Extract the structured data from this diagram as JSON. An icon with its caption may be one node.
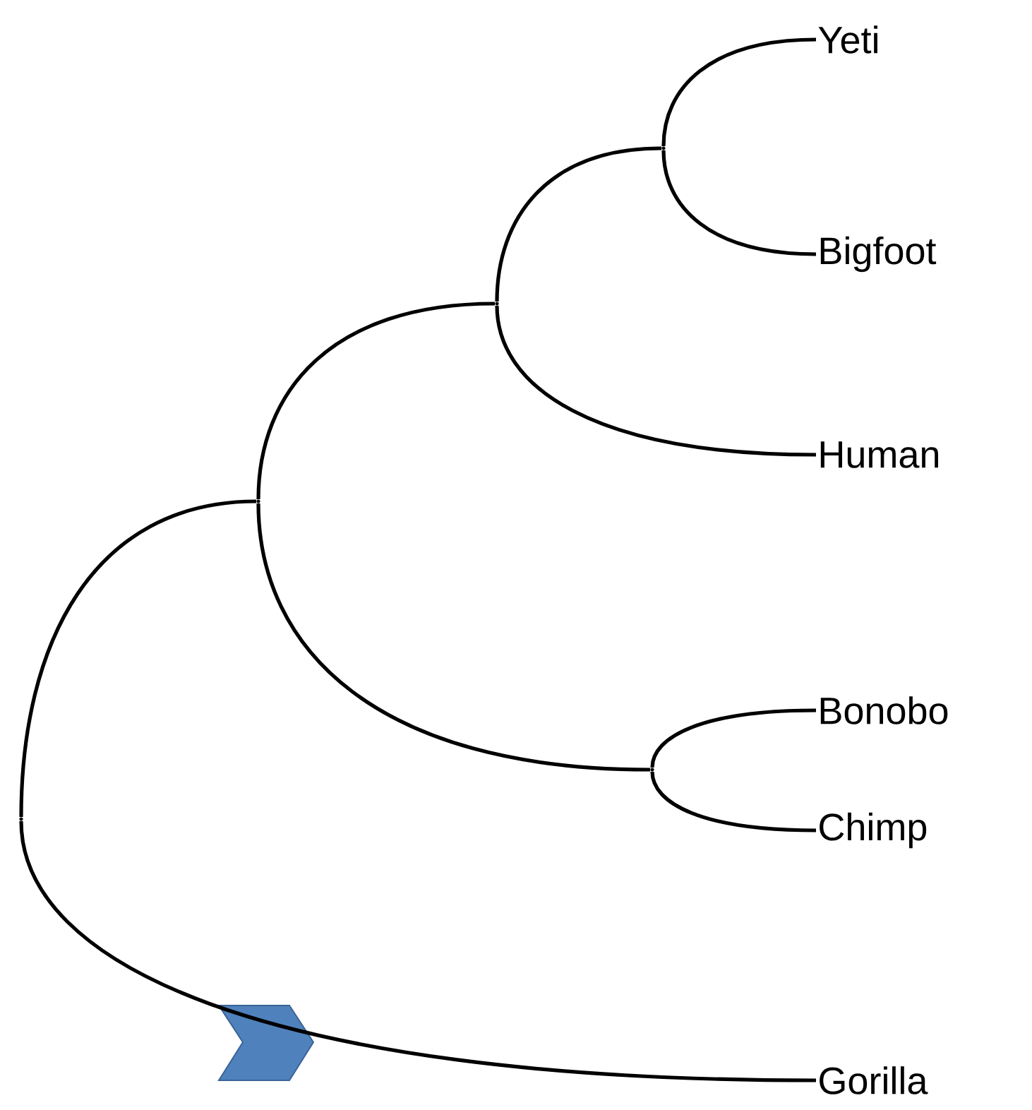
{
  "diagram": {
    "nodes": [
      {
        "text": [
          "Yeti"
        ]
      },
      {
        "text": [
          "Bigfoot"
        ]
      },
      {
        "text": [
          "Human"
        ]
      },
      {
        "text": [
          "Bonobo"
        ]
      },
      {
        "text": [
          "Chimp"
        ]
      },
      {
        "text": [
          "Gorilla"
        ]
      },
      {
        "text": [],
        "shape": "point"
      },
      {
        "text": [],
        "shape": "point"
      },
      {
        "text": [],
        "shape": "point"
      },
      {
        "text": [],
        "shape": "point"
      },
      {
        "text": [],
        "shape": "point"
      }
    ],
    "edges": [
      {
        "from": 6,
        "to": 7,
        "arrow": "none"
      },
      {
        "from": 6,
        "to": 5,
        "arrow": "none"
      },
      {
        "from": 7,
        "to": 8,
        "arrow": "none"
      },
      {
        "from": 7,
        "to": 10,
        "arrow": "none"
      },
      {
        "from": 8,
        "to": 9,
        "arrow": "none"
      },
      {
        "from": 8,
        "to": 2,
        "arrow": "none"
      },
      {
        "from": 9,
        "to": 0,
        "arrow": "none"
      },
      {
        "from": 9,
        "to": 1,
        "arrow": "none"
      },
      {
        "from": 10,
        "to": 3,
        "arrow": "none"
      },
      {
        "from": 10,
        "to": 4,
        "arrow": "none"
      }
    ]
  }
}
